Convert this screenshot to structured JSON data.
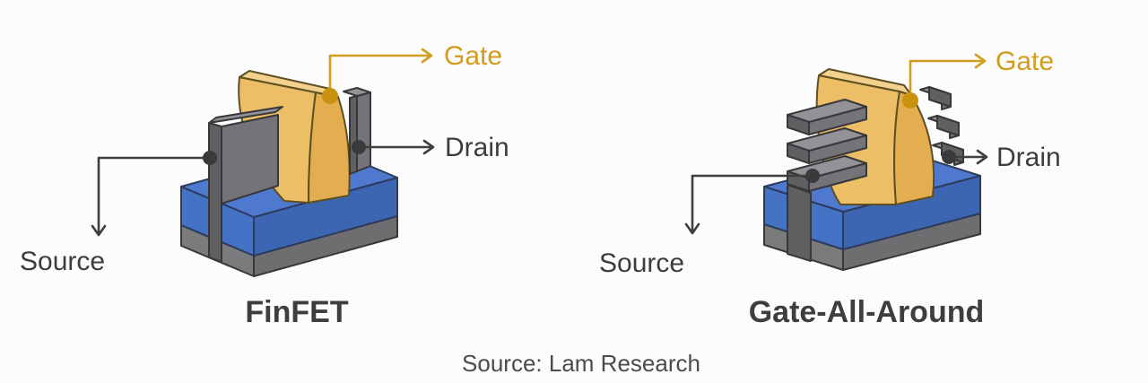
{
  "colors": {
    "background": "#FCFCFC",
    "gate_gold": "#ECBE66",
    "gate_gold_side": "#E2AE50",
    "gate_gold_top": "#F2D18C",
    "gate_outline": "#5E4F22",
    "label_gold": "#D29C1C",
    "dot_gold": "#C9930F",
    "gray_top": "#939397",
    "gray_mid": "#747478",
    "gray_dark": "#606063",
    "base_left": "#7B7B7E",
    "base_right": "#6E6E71",
    "gray_outline": "#38383B",
    "blue_top": "#4E79CE",
    "blue_left": "#4472C4",
    "blue_right": "#3D66B2",
    "blue_outline": "#2D3C5E",
    "line": "#3F3F42",
    "dot_dark": "#3A3A3D",
    "label_text": "#3D3D3F",
    "title_text": "#3E3E41",
    "attribution_text": "#4B4B4E"
  },
  "finfet": {
    "title": "FinFET",
    "labels": {
      "gate": "Gate",
      "drain": "Drain",
      "source": "Source"
    }
  },
  "gaa": {
    "title": "Gate-All-Around",
    "labels": {
      "gate": "Gate",
      "drain": "Drain",
      "source": "Source"
    }
  },
  "attribution": {
    "text": "Source: Lam Research"
  }
}
